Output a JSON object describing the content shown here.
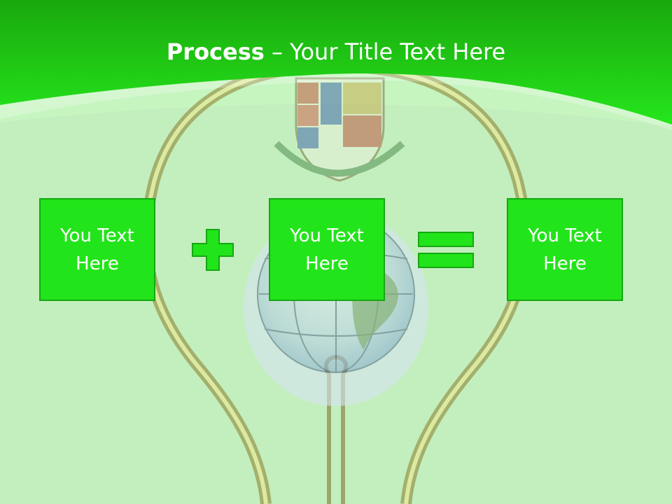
{
  "slide": {
    "title_bold": "Process",
    "title_rest": " – Your Title Text Here",
    "boxes": [
      {
        "text": "You Text Here"
      },
      {
        "text": "You Text Here"
      },
      {
        "text": "You Text Here"
      }
    ],
    "operators": [
      "plus-icon",
      "equals-icon"
    ],
    "background": {
      "images": [
        "light-bulb",
        "globe",
        "coat-of-arms"
      ]
    }
  },
  "colors": {
    "header_green": "#1fd41a",
    "background": "#c6f5c0",
    "box_fill": "#22e41a",
    "box_border": "#15a812",
    "text": "#ffffff"
  }
}
